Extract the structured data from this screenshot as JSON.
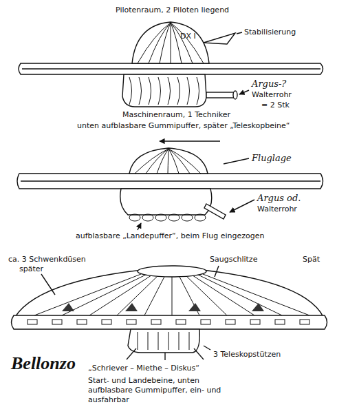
{
  "diagram": {
    "labels": [
      "Pilotenraum, 2 Piloten liegend",
      "DX I",
      "Stabilisierung",
      "Argus-?",
      "Walterrohr",
      "= 2 Stk",
      "Maschinenraum, 1 Techniker",
      "unten aufblasbare Gummipuffer, später „Teleskopbeine“",
      "Fluglage",
      "Argus od.",
      "Walterrohr",
      "aufblasbare „Landepuffer“, beim Flug eingezogen",
      "ca. 3 Schwenkdüsen",
      "später",
      "Saugschlitze",
      "Spät",
      "3 Teleskopstützen",
      "Bellonzo",
      "„Schriever – Miethe – Diskus“",
      "Start- und Landebeine, unten aufblasbare Gummipuffer, ein- und ausfahrbar"
    ]
  }
}
